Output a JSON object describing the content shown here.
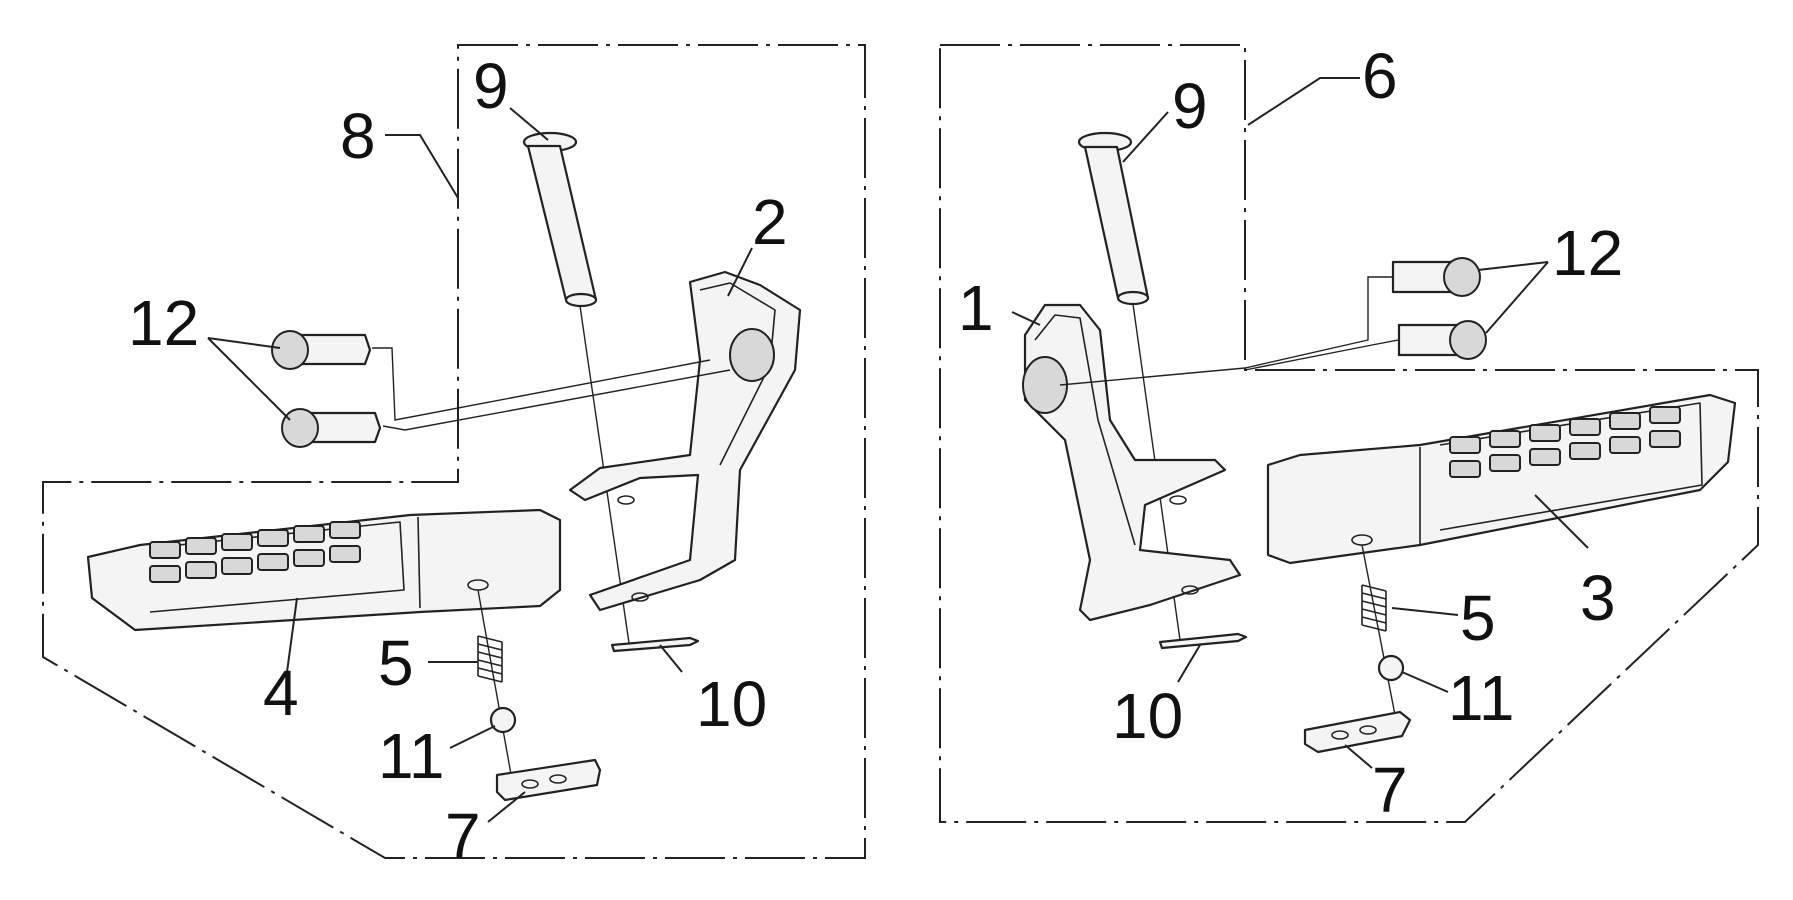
{
  "left_assembly": {
    "group_label": "8",
    "labels": {
      "pin": "9",
      "bracket": "2",
      "bolts": "12",
      "footpeg": "4",
      "spring": "5",
      "ball": "11",
      "plate": "7",
      "clip": "10"
    }
  },
  "right_assembly": {
    "group_label": "6",
    "labels": {
      "pin": "9",
      "bracket": "1",
      "bolts": "12",
      "footpeg": "3",
      "spring": "5",
      "ball": "11",
      "plate": "7",
      "clip": "10"
    }
  }
}
